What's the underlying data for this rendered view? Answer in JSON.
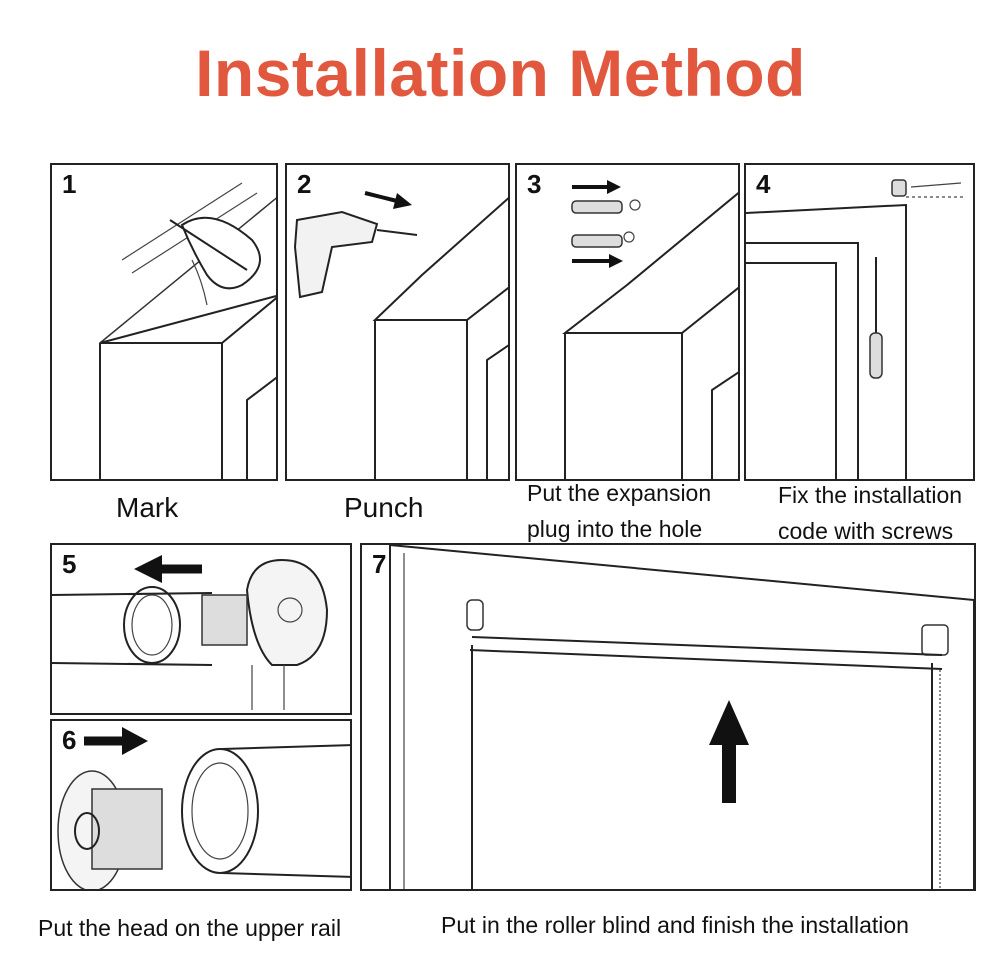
{
  "title": "Installation Method",
  "colors": {
    "title": "#e2583e",
    "line": "#222222",
    "background": "#ffffff"
  },
  "steps": [
    {
      "number": "1",
      "caption": "Mark"
    },
    {
      "number": "2",
      "caption": "Punch"
    },
    {
      "number": "3",
      "caption_line1": "Put the expansion",
      "caption_line2": "plug into the hole"
    },
    {
      "number": "4",
      "caption_line1": "Fix the installation",
      "caption_line2": "code with screws"
    },
    {
      "number": "5"
    },
    {
      "number": "6"
    },
    {
      "number": "7"
    }
  ],
  "bottom_captions": {
    "left": "Put the head on the upper rail",
    "right": "Put in the roller blind and finish the installation"
  },
  "icons": [
    "pencil-hand-icon",
    "drill-icon",
    "expansion-plug-icon",
    "screwdriver-icon",
    "bracket-icon",
    "roller-head-icon",
    "arrow-icon"
  ]
}
